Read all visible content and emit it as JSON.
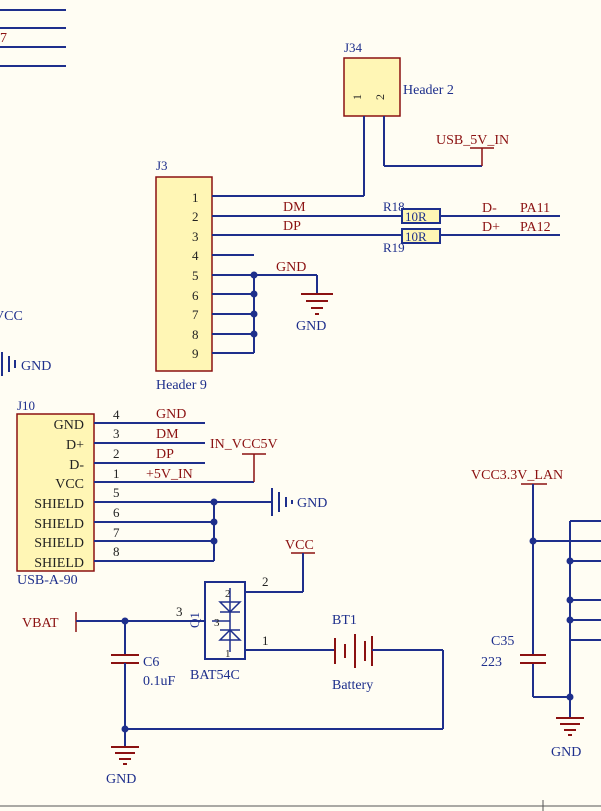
{
  "colors": {
    "background": "#fffdf3",
    "wire": "#1e2f8c",
    "net_label": "#8b1111",
    "component": "#8b1111",
    "ic_fill": "#fff6b5",
    "designator": "#1e2f8c",
    "junction": "#1e2f8c"
  },
  "top_left": {
    "partial_text": "7"
  },
  "j34": {
    "designator": "J34",
    "comment": "Header 2",
    "pins": [
      "1",
      "2"
    ],
    "net": "USB_5V_IN"
  },
  "j3": {
    "designator": "J3",
    "comment": "Header 9",
    "pins": [
      "1",
      "2",
      "3",
      "4",
      "5",
      "6",
      "7",
      "8",
      "9"
    ],
    "net_dm": "DM",
    "net_dp": "DP",
    "gnd_net": "GND",
    "gnd_label": "GND"
  },
  "r18": {
    "designator": "R18",
    "value": "10R",
    "net": "D-",
    "port": "PA11"
  },
  "r19": {
    "designator": "R19",
    "value": "10R",
    "net": "D+",
    "port": "PA12"
  },
  "left_edge": {
    "vcc_partial": "VCC",
    "gnd": "GND"
  },
  "j10": {
    "designator": "J10",
    "comment": "USB-A-90",
    "pin_names": [
      "GND",
      "D+",
      "D-",
      "VCC",
      "SHIELD",
      "SHIELD",
      "SHIELD",
      "SHIELD"
    ],
    "pin_numbers": [
      "4",
      "3",
      "2",
      "1",
      "5",
      "6",
      "7",
      "8"
    ],
    "nets": [
      "GND",
      "DM",
      "DP",
      "+5V_IN"
    ],
    "net_in": "IN_VCC5V",
    "shield_gnd": "GND"
  },
  "power_section": {
    "vbat": "VBAT",
    "vcc": "VCC",
    "q1_designator": "Q1",
    "q1_comment": "BAT54C",
    "q1_pins": [
      "3",
      "2",
      "1"
    ],
    "q1_inner": [
      "2",
      "3",
      "1"
    ],
    "c6_designator": "C6",
    "c6_value": "0.1uF",
    "bt1_designator": "BT1",
    "bt1_comment": "Battery",
    "gnd": "GND"
  },
  "lan": {
    "net": "VCC3.3V_LAN",
    "c35_designator": "C35",
    "c35_value": "223",
    "gnd": "GND"
  }
}
